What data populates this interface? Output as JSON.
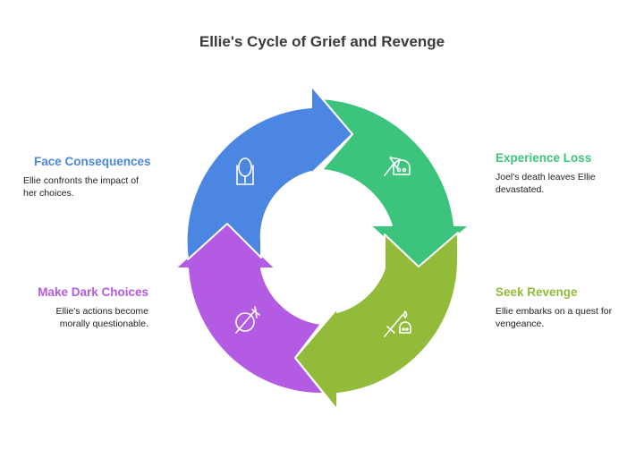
{
  "title": "Ellie's Cycle of Grief and Revenge",
  "stages": [
    {
      "title": "Experience Loss",
      "description": "Joel's death leaves Ellie devastated.",
      "color": "#3cc47c",
      "icon": "axe-skull-icon"
    },
    {
      "title": "Seek Revenge",
      "description": "Ellie embarks on a quest for vengeance.",
      "color": "#93bb3a",
      "icon": "sword-skull-icon"
    },
    {
      "title": "Make Dark Choices",
      "description": "Ellie's actions become morally questionable.",
      "color": "#b45be3",
      "icon": "broken-compass-icon"
    },
    {
      "title": "Face Consequences",
      "description": "Ellie confronts the impact of her choices.",
      "color": "#4b86e3",
      "icon": "mirror-icon"
    }
  ]
}
